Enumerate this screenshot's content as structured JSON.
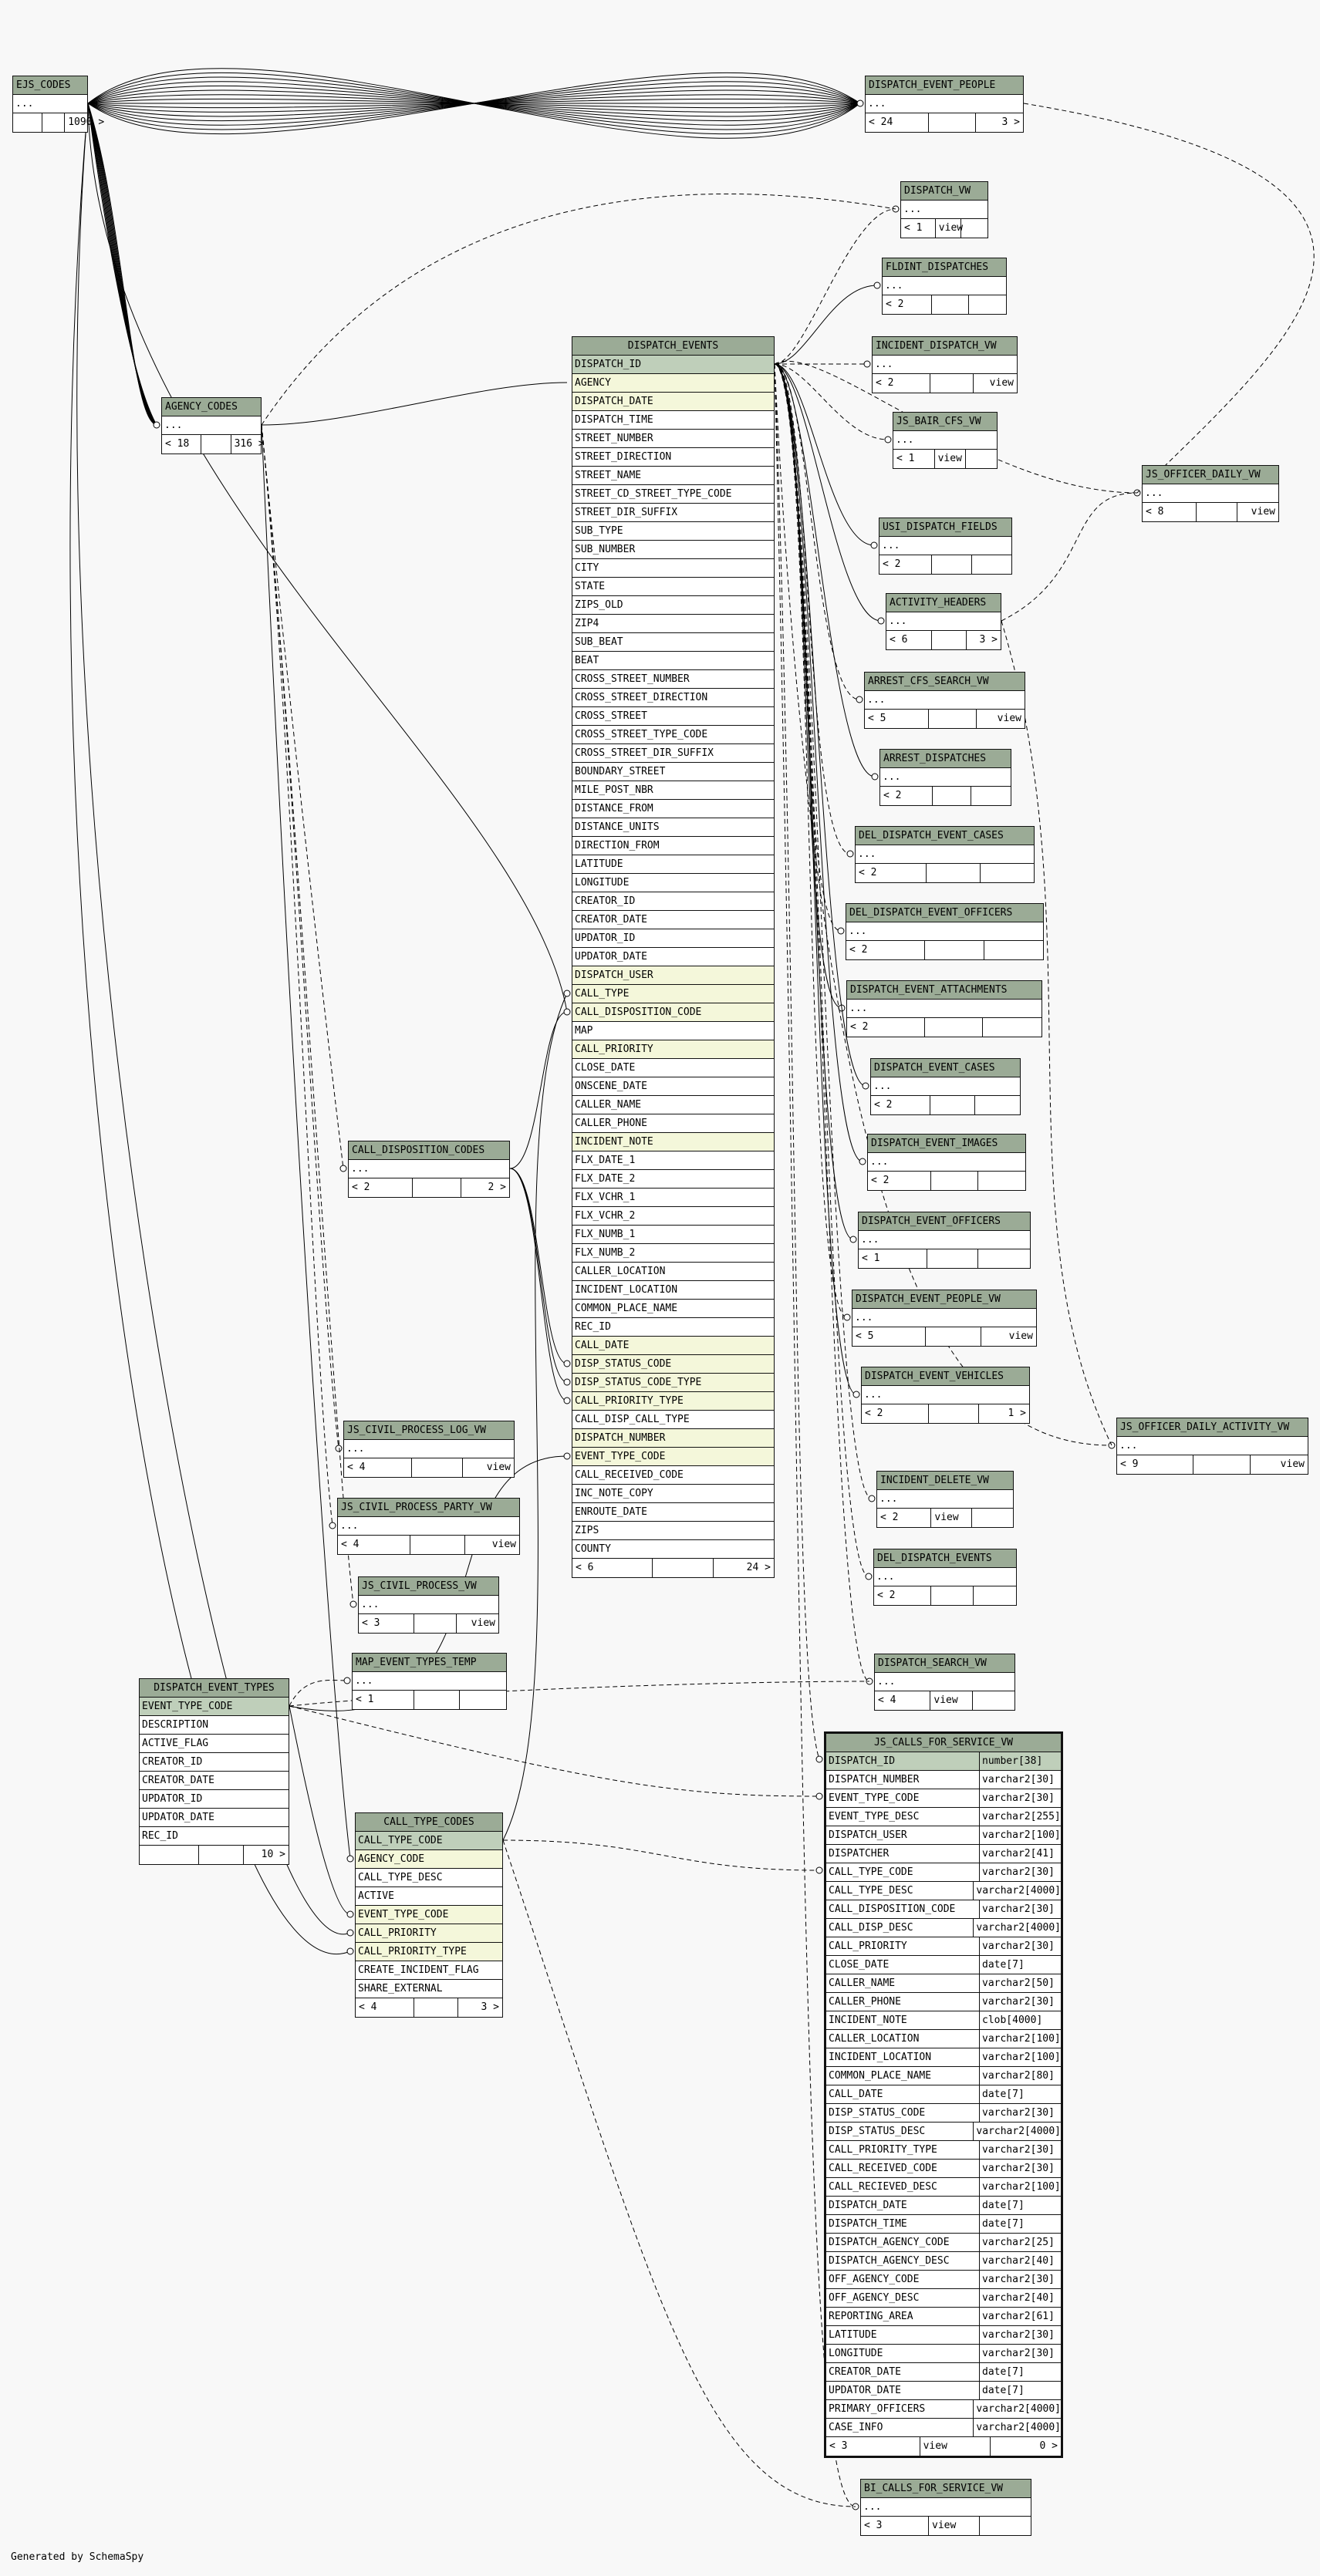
{
  "footer": "Generated by SchemaSpy",
  "tables": {
    "ejs_codes": {
      "name": "EJS_CODES",
      "placeholder": "...",
      "counts": [
        "",
        "",
        "1090 >"
      ]
    },
    "agency_codes": {
      "name": "AGENCY_CODES",
      "placeholder": "...",
      "counts": [
        "< 18",
        "",
        "316 >"
      ]
    },
    "call_disposition_codes": {
      "name": "CALL_DISPOSITION_CODES",
      "placeholder": "...",
      "counts": [
        "< 2",
        "",
        "2 >"
      ]
    },
    "js_civil_process_log_vw": {
      "name": "JS_CIVIL_PROCESS_LOG_VW",
      "placeholder": "...",
      "counts": [
        "< 4",
        "",
        "view"
      ]
    },
    "js_civil_process_party_vw": {
      "name": "JS_CIVIL_PROCESS_PARTY_VW",
      "placeholder": "...",
      "counts": [
        "< 4",
        "",
        "view"
      ]
    },
    "js_civil_process_vw": {
      "name": "JS_CIVIL_PROCESS_VW",
      "placeholder": "...",
      "counts": [
        "< 3",
        "",
        "view"
      ]
    },
    "map_event_types_temp": {
      "name": "MAP_EVENT_TYPES_TEMP",
      "placeholder": "...",
      "counts": [
        "< 1",
        "",
        ""
      ]
    },
    "dispatch_event_types": {
      "name": "DISPATCH_EVENT_TYPES",
      "columns": [
        "EVENT_TYPE_CODE",
        "DESCRIPTION",
        "ACTIVE_FLAG",
        "CREATOR_ID",
        "CREATOR_DATE",
        "UPDATOR_ID",
        "UPDATOR_DATE",
        "REC_ID"
      ],
      "counts": [
        "",
        "",
        "10 >"
      ]
    },
    "call_type_codes": {
      "name": "CALL_TYPE_CODES",
      "columns": [
        "CALL_TYPE_CODE",
        "AGENCY_CODE",
        "CALL_TYPE_DESC",
        "ACTIVE",
        "EVENT_TYPE_CODE",
        "CALL_PRIORITY",
        "CALL_PRIORITY_TYPE",
        "CREATE_INCIDENT_FLAG",
        "SHARE_EXTERNAL"
      ],
      "counts": [
        "< 4",
        "",
        "3 >"
      ]
    },
    "dispatch_events": {
      "name": "DISPATCH_EVENTS",
      "columns": [
        "DISPATCH_ID",
        "AGENCY",
        "DISPATCH_DATE",
        "DISPATCH_TIME",
        "STREET_NUMBER",
        "STREET_DIRECTION",
        "STREET_NAME",
        "STREET_CD_STREET_TYPE_CODE",
        "STREET_DIR_SUFFIX",
        "SUB_TYPE",
        "SUB_NUMBER",
        "CITY",
        "STATE",
        "ZIPS_OLD",
        "ZIP4",
        "SUB_BEAT",
        "BEAT",
        "CROSS_STREET_NUMBER",
        "CROSS_STREET_DIRECTION",
        "CROSS_STREET",
        "CROSS_STREET_TYPE_CODE",
        "CROSS_STREET_DIR_SUFFIX",
        "BOUNDARY_STREET",
        "MILE_POST_NBR",
        "DISTANCE_FROM",
        "DISTANCE_UNITS",
        "DIRECTION_FROM",
        "LATITUDE",
        "LONGITUDE",
        "CREATOR_ID",
        "CREATOR_DATE",
        "UPDATOR_ID",
        "UPDATOR_DATE",
        "DISPATCH_USER",
        "CALL_TYPE",
        "CALL_DISPOSITION_CODE",
        "MAP",
        "CALL_PRIORITY",
        "CLOSE_DATE",
        "ONSCENE_DATE",
        "CALLER_NAME",
        "CALLER_PHONE",
        "INCIDENT_NOTE",
        "FLX_DATE_1",
        "FLX_DATE_2",
        "FLX_VCHR_1",
        "FLX_VCHR_2",
        "FLX_NUMB_1",
        "FLX_NUMB_2",
        "CALLER_LOCATION",
        "INCIDENT_LOCATION",
        "COMMON_PLACE_NAME",
        "REC_ID",
        "CALL_DATE",
        "DISP_STATUS_CODE",
        "DISP_STATUS_CODE_TYPE",
        "CALL_PRIORITY_TYPE",
        "CALL_DISP_CALL_TYPE",
        "DISPATCH_NUMBER",
        "EVENT_TYPE_CODE",
        "CALL_RECEIVED_CODE",
        "INC_NOTE_COPY",
        "ENROUTE_DATE",
        "ZIPS",
        "COUNTY"
      ],
      "counts": [
        "< 6",
        "",
        "24 >"
      ]
    },
    "dispatch_event_people": {
      "name": "DISPATCH_EVENT_PEOPLE",
      "placeholder": "...",
      "counts": [
        "< 24",
        "",
        "3 >"
      ]
    },
    "dispatch_vw": {
      "name": "DISPATCH_VW",
      "placeholder": "...",
      "counts": [
        "< 1",
        "view",
        ""
      ]
    },
    "fldint_dispatches": {
      "name": "FLDINT_DISPATCHES",
      "placeholder": "...",
      "counts": [
        "< 2",
        "",
        ""
      ]
    },
    "incident_dispatch_vw": {
      "name": "INCIDENT_DISPATCH_VW",
      "placeholder": "...",
      "counts": [
        "< 2",
        "",
        "view"
      ]
    },
    "js_bair_cfs_vw": {
      "name": "JS_BAIR_CFS_VW",
      "placeholder": "...",
      "counts": [
        "< 1",
        "view",
        ""
      ]
    },
    "js_officer_daily_vw": {
      "name": "JS_OFFICER_DAILY_VW",
      "placeholder": "...",
      "counts": [
        "< 8",
        "",
        "view"
      ]
    },
    "usi_dispatch_fields": {
      "name": "USI_DISPATCH_FIELDS",
      "placeholder": "...",
      "counts": [
        "< 2",
        "",
        ""
      ]
    },
    "activity_headers": {
      "name": "ACTIVITY_HEADERS",
      "placeholder": "...",
      "counts": [
        "< 6",
        "",
        "3 >"
      ]
    },
    "arrest_cfs_search_vw": {
      "name": "ARREST_CFS_SEARCH_VW",
      "placeholder": "...",
      "counts": [
        "< 5",
        "",
        "view"
      ]
    },
    "arrest_dispatches": {
      "name": "ARREST_DISPATCHES",
      "placeholder": "...",
      "counts": [
        "< 2",
        "",
        ""
      ]
    },
    "del_dispatch_event_cases": {
      "name": "DEL_DISPATCH_EVENT_CASES",
      "placeholder": "...",
      "counts": [
        "< 2",
        "",
        ""
      ]
    },
    "del_dispatch_event_officers": {
      "name": "DEL_DISPATCH_EVENT_OFFICERS",
      "placeholder": "...",
      "counts": [
        "< 2",
        "",
        ""
      ]
    },
    "dispatch_event_attachments": {
      "name": "DISPATCH_EVENT_ATTACHMENTS",
      "placeholder": "...",
      "counts": [
        "< 2",
        "",
        ""
      ]
    },
    "dispatch_event_cases": {
      "name": "DISPATCH_EVENT_CASES",
      "placeholder": "...",
      "counts": [
        "< 2",
        "",
        ""
      ]
    },
    "dispatch_event_images": {
      "name": "DISPATCH_EVENT_IMAGES",
      "placeholder": "...",
      "counts": [
        "< 2",
        "",
        ""
      ]
    },
    "dispatch_event_officers": {
      "name": "DISPATCH_EVENT_OFFICERS",
      "placeholder": "...",
      "counts": [
        "< 1",
        "",
        ""
      ]
    },
    "dispatch_event_people_vw": {
      "name": "DISPATCH_EVENT_PEOPLE_VW",
      "placeholder": "...",
      "counts": [
        "< 5",
        "",
        "view"
      ]
    },
    "dispatch_event_vehicles": {
      "name": "DISPATCH_EVENT_VEHICLES",
      "placeholder": "...",
      "counts": [
        "< 2",
        "",
        "1 >"
      ]
    },
    "js_officer_daily_activity_vw": {
      "name": "JS_OFFICER_DAILY_ACTIVITY_VW",
      "placeholder": "...",
      "counts": [
        "< 9",
        "",
        "view"
      ]
    },
    "incident_delete_vw": {
      "name": "INCIDENT_DELETE_VW",
      "placeholder": "...",
      "counts": [
        "< 2",
        "view",
        ""
      ]
    },
    "del_dispatch_events": {
      "name": "DEL_DISPATCH_EVENTS",
      "placeholder": "...",
      "counts": [
        "< 2",
        "",
        ""
      ]
    },
    "dispatch_search_vw": {
      "name": "DISPATCH_SEARCH_VW",
      "placeholder": "...",
      "counts": [
        "< 4",
        "view",
        ""
      ]
    },
    "bi_calls_for_service_vw": {
      "name": "BI_CALLS_FOR_SERVICE_VW",
      "placeholder": "...",
      "counts": [
        "< 3",
        "view",
        ""
      ]
    },
    "js_calls_for_service_vw": {
      "name": "JS_CALLS_FOR_SERVICE_VW",
      "columns": [
        [
          "DISPATCH_ID",
          "number[38]"
        ],
        [
          "DISPATCH_NUMBER",
          "varchar2[30]"
        ],
        [
          "EVENT_TYPE_CODE",
          "varchar2[30]"
        ],
        [
          "EVENT_TYPE_DESC",
          "varchar2[255]"
        ],
        [
          "DISPATCH_USER",
          "varchar2[100]"
        ],
        [
          "DISPATCHER",
          "varchar2[41]"
        ],
        [
          "CALL_TYPE_CODE",
          "varchar2[30]"
        ],
        [
          "CALL_TYPE_DESC",
          "varchar2[4000]"
        ],
        [
          "CALL_DISPOSITION_CODE",
          "varchar2[30]"
        ],
        [
          "CALL_DISP_DESC",
          "varchar2[4000]"
        ],
        [
          "CALL_PRIORITY",
          "varchar2[30]"
        ],
        [
          "CLOSE_DATE",
          "date[7]"
        ],
        [
          "CALLER_NAME",
          "varchar2[50]"
        ],
        [
          "CALLER_PHONE",
          "varchar2[30]"
        ],
        [
          "INCIDENT_NOTE",
          "clob[4000]"
        ],
        [
          "CALLER_LOCATION",
          "varchar2[100]"
        ],
        [
          "INCIDENT_LOCATION",
          "varchar2[100]"
        ],
        [
          "COMMON_PLACE_NAME",
          "varchar2[80]"
        ],
        [
          "CALL_DATE",
          "date[7]"
        ],
        [
          "DISP_STATUS_CODE",
          "varchar2[30]"
        ],
        [
          "DISP_STATUS_DESC",
          "varchar2[4000]"
        ],
        [
          "CALL_PRIORITY_TYPE",
          "varchar2[30]"
        ],
        [
          "CALL_RECEIVED_CODE",
          "varchar2[30]"
        ],
        [
          "CALL_RECIEVED_DESC",
          "varchar2[100]"
        ],
        [
          "DISPATCH_DATE",
          "date[7]"
        ],
        [
          "DISPATCH_TIME",
          "date[7]"
        ],
        [
          "DISPATCH_AGENCY_CODE",
          "varchar2[25]"
        ],
        [
          "DISPATCH_AGENCY_DESC",
          "varchar2[40]"
        ],
        [
          "OFF_AGENCY_CODE",
          "varchar2[30]"
        ],
        [
          "OFF_AGENCY_DESC",
          "varchar2[40]"
        ],
        [
          "REPORTING_AREA",
          "varchar2[61]"
        ],
        [
          "LATITUDE",
          "varchar2[30]"
        ],
        [
          "LONGITUDE",
          "varchar2[30]"
        ],
        [
          "CREATOR_DATE",
          "date[7]"
        ],
        [
          "UPDATOR_DATE",
          "date[7]"
        ],
        [
          "PRIMARY_OFFICERS",
          "varchar2[4000]"
        ],
        [
          "CASE_INFO",
          "varchar2[4000]"
        ]
      ],
      "counts": [
        "< 3",
        "view",
        "0 >"
      ]
    }
  }
}
